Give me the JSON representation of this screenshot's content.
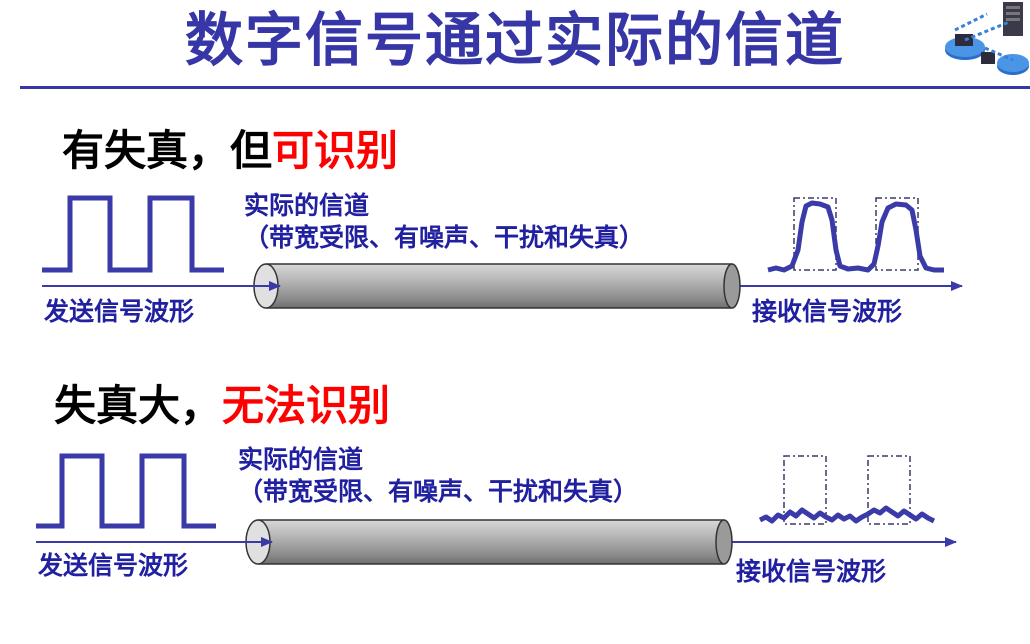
{
  "title": "数字信号通过实际的信道",
  "colors": {
    "title": "#3636a6",
    "accent_red": "#ff0000",
    "label_blue": "#2020a0",
    "wave_blue": "#3a3aa8"
  },
  "sections": [
    {
      "heading_prefix": "有失真，但",
      "heading_highlight": "可识别",
      "channel_line1": "实际的信道",
      "channel_line2": "（带宽受限、有噪声、干扰和失真）",
      "send_label": "发送信号波形",
      "receive_label": "接收信号波形"
    },
    {
      "heading_prefix": "失真大，",
      "heading_highlight": "无法识别",
      "channel_line1": "实际的信道",
      "channel_line2": "（带宽受限、有噪声、干扰和失真）",
      "send_label": "发送信号波形",
      "receive_label": "接收信号波形"
    }
  ]
}
